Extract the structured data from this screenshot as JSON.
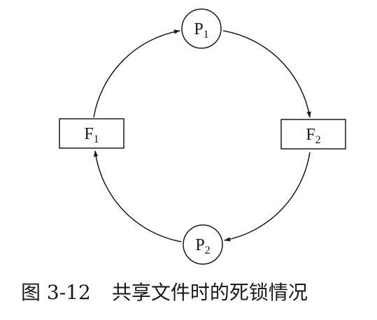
{
  "nodes": {
    "p1": {
      "base": "P",
      "sub": "1"
    },
    "p2": {
      "base": "P",
      "sub": "2"
    },
    "f1": {
      "base": "F",
      "sub": "1"
    },
    "f2": {
      "base": "F",
      "sub": "2"
    }
  },
  "caption": {
    "number": "图 3-12",
    "text": "共享文件时的死锁情况"
  }
}
